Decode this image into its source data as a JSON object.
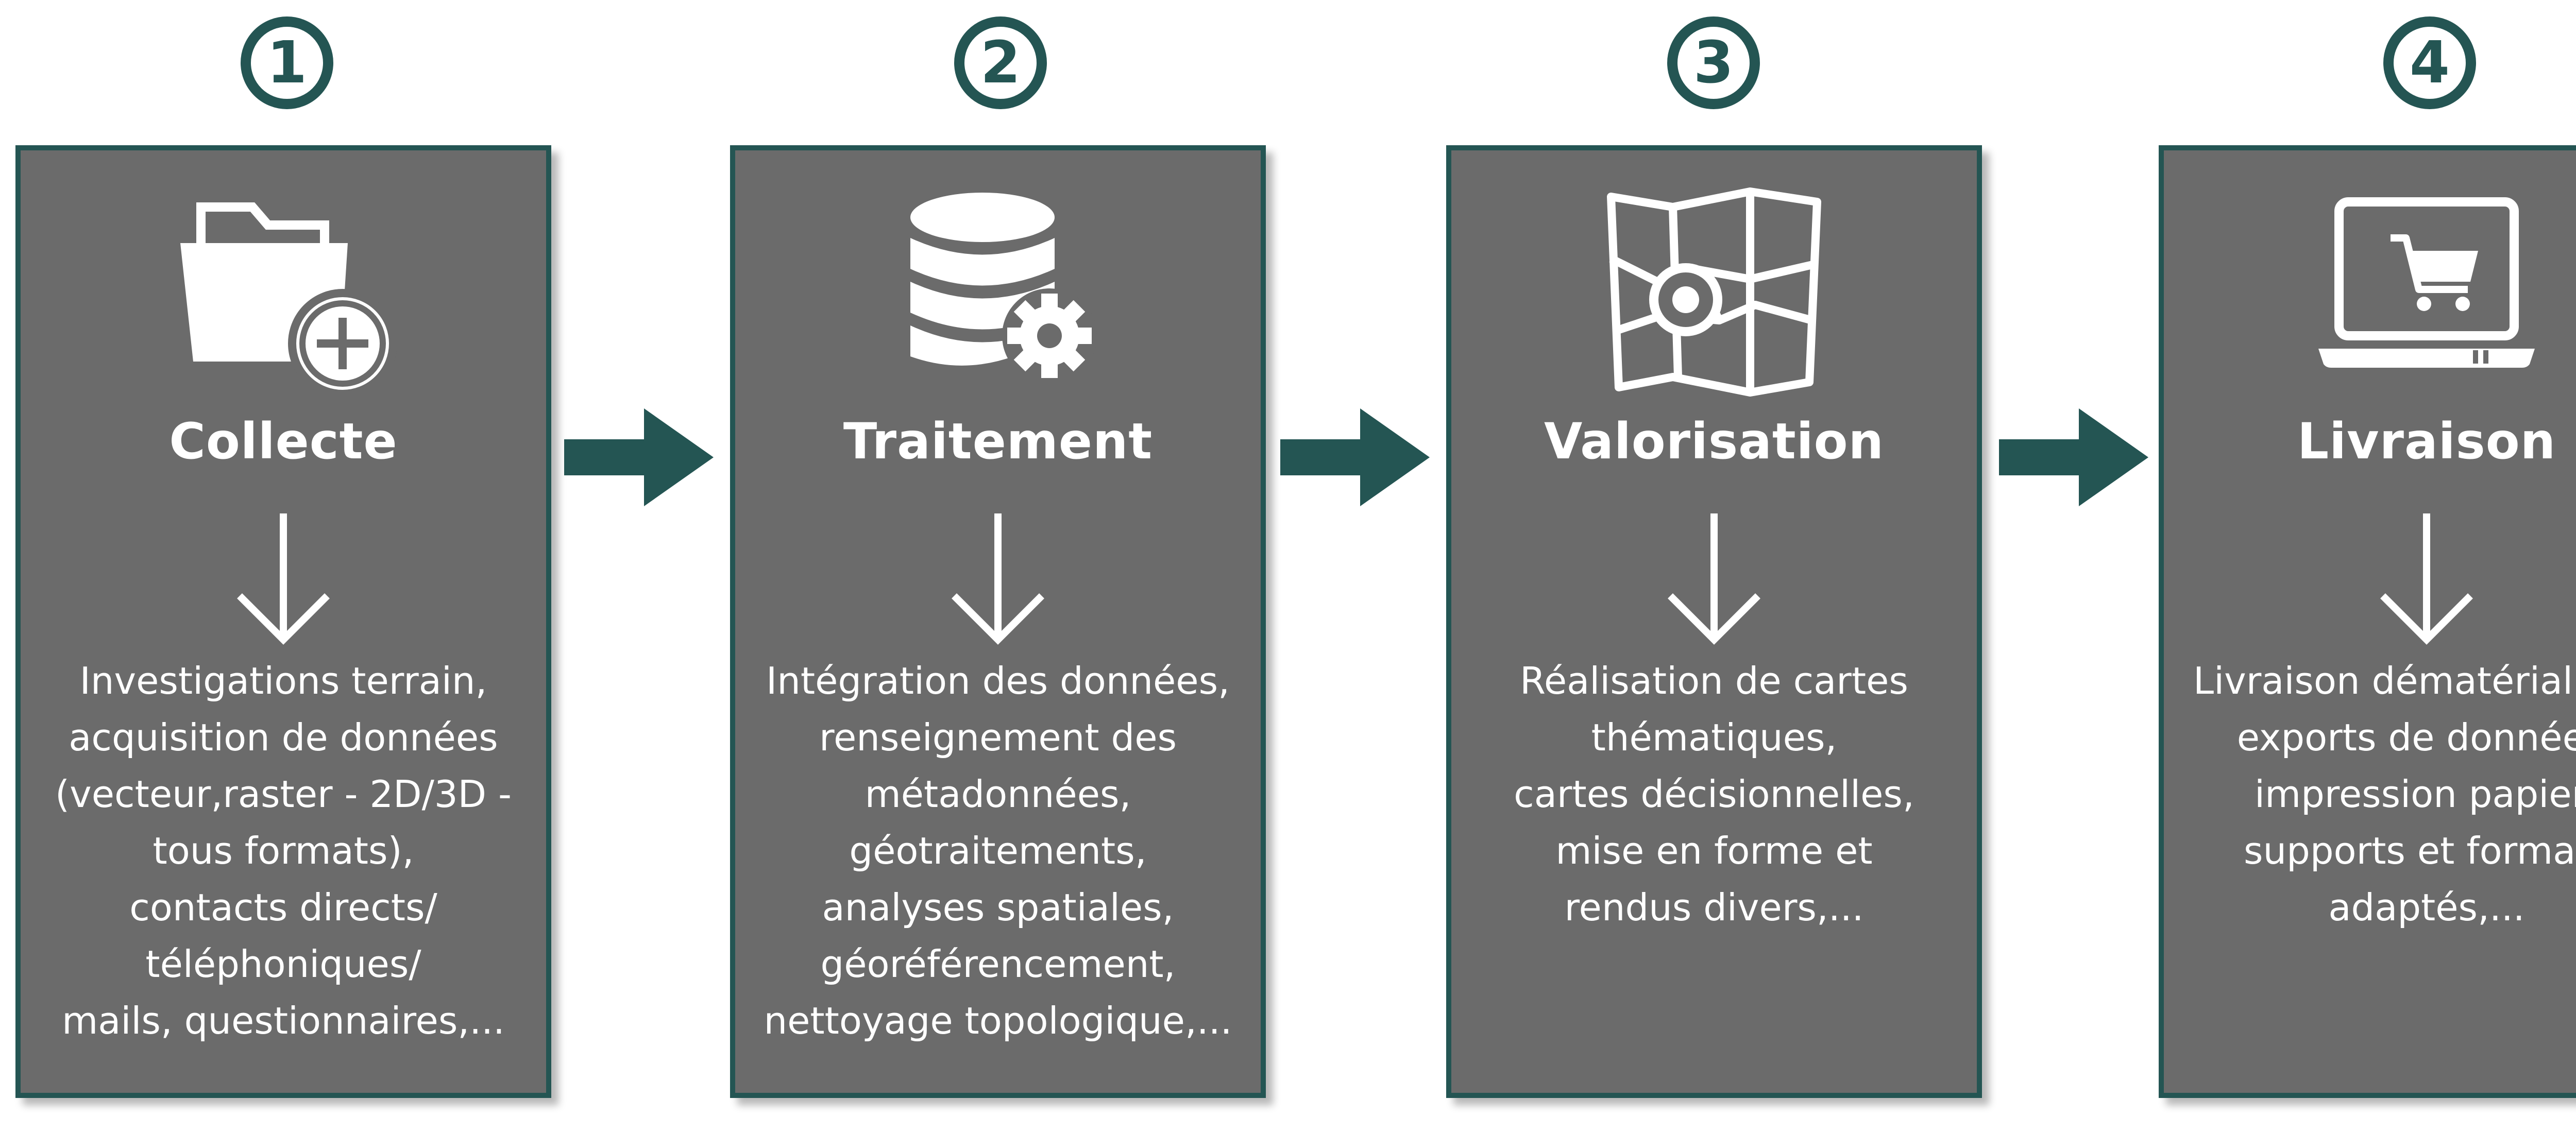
{
  "steps": [
    {
      "number": "1",
      "title": "Collecte",
      "icon": "folder-plus-icon",
      "lines": [
        "Investigations terrain,",
        "acquisition de données",
        "(vecteur,raster - 2D/3D -",
        "tous formats),",
        "contacts directs/",
        "téléphoniques/",
        "mails, questionnaires,..."
      ]
    },
    {
      "number": "2",
      "title": "Traitement",
      "icon": "database-gear-icon",
      "lines": [
        "Intégration des données,",
        "renseignement des",
        "métadonnées,",
        "géotraitements,",
        "analyses spatiales,",
        "géoréférencement,",
        "nettoyage topologique,..."
      ]
    },
    {
      "number": "3",
      "title": "Valorisation",
      "icon": "map-pin-icon",
      "lines": [
        "Réalisation de cartes",
        "thématiques,",
        "cartes décisionnelles,",
        "mise en forme et",
        "rendus divers,..."
      ]
    },
    {
      "number": "4",
      "title": "Livraison",
      "icon": "laptop-cart-icon",
      "lines": [
        "Livraison dématérialisée,",
        "exports de données,",
        "impression papier,",
        "supports et formats",
        "adaptés,..."
      ]
    }
  ],
  "colors": {
    "accent": "#245553",
    "panel": "#6b6b6b",
    "text": "#ffffff"
  }
}
